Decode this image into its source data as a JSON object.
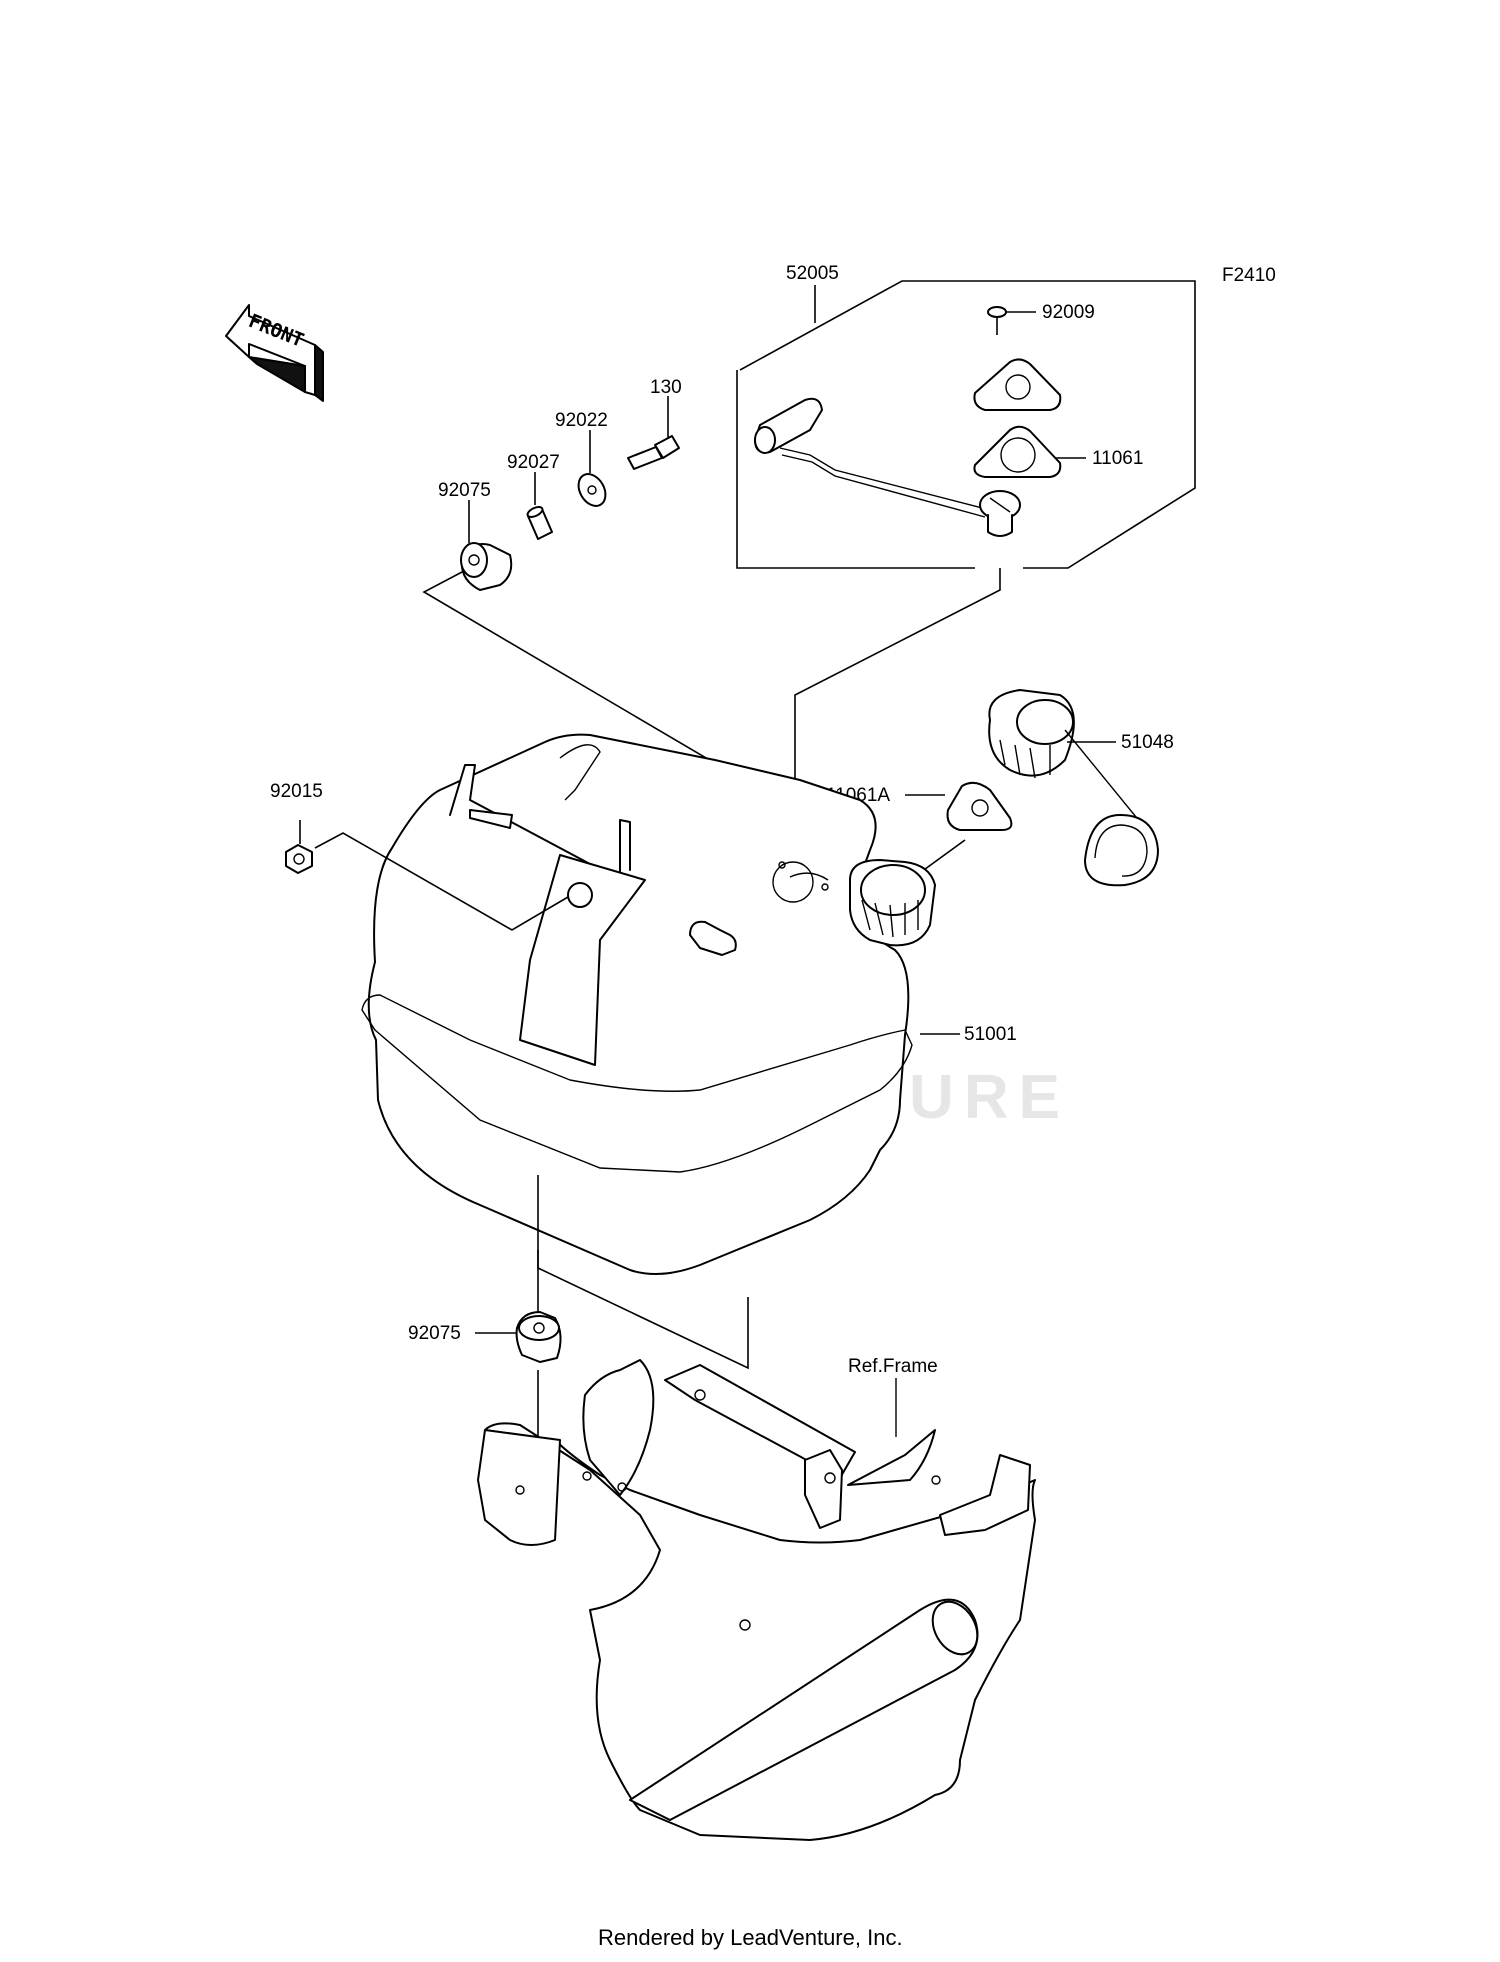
{
  "diagram_id": "F2410",
  "front_label": "FRONT",
  "watermark": "LEADVENTURE",
  "footer": "Rendered by LeadVenture, Inc.",
  "reference": "Ref.Frame",
  "parts": {
    "p52005": "52005",
    "p92009": "92009",
    "p11061": "11061",
    "p130": "130",
    "p92022": "92022",
    "p92027": "92027",
    "p92075_top": "92075",
    "p92015": "92015",
    "p51048": "51048",
    "p11061A": "11061A",
    "p51001": "51001",
    "p92075_bottom": "92075"
  }
}
